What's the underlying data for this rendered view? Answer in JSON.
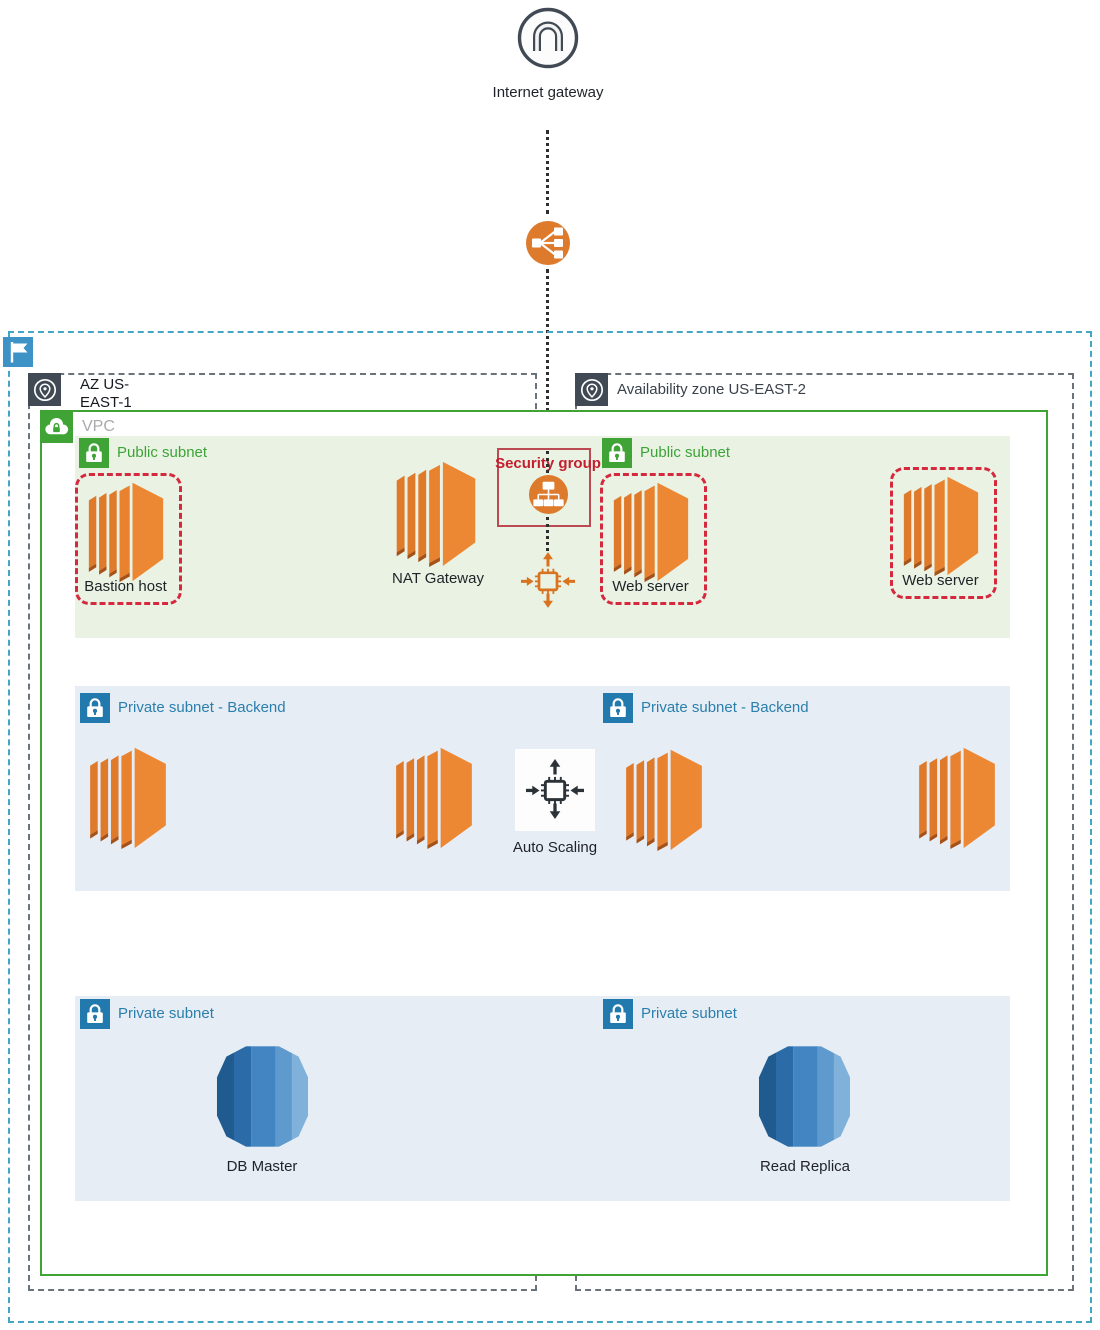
{
  "labels": {
    "internet_gateway": "Internet gateway",
    "az1": "AZ US-EAST-1",
    "az2": "Availability zone US-EAST-2",
    "vpc": "VPC",
    "public_subnet_1": "Public subnet",
    "public_subnet_2": "Public subnet",
    "private_backend_1": "Private subnet - Backend",
    "private_backend_2": "Private subnet - Backend",
    "private_subnet_1": "Private subnet",
    "private_subnet_2": "Private subnet",
    "bastion_host": "Bastion host",
    "nat_gateway": "NAT Gateway",
    "security_group": "Security group",
    "web_server_1": "Web server",
    "web_server_2": "Web server",
    "auto_scaling": "Auto Scaling",
    "db_master": "DB Master",
    "read_replica": "Read Replica"
  },
  "colors": {
    "ec2_orange": "#E8822F",
    "rds_blue": "#4285C2",
    "public_band_bg": "#E9F2E3",
    "private_band_bg": "#E7EDF5",
    "public_label_green": "#3CA437",
    "private_label_blue": "#2B7FAC",
    "vpc_border_green": "#3FA435",
    "az_border_gray": "#6A737B",
    "region_border_blue": "#45A5C5",
    "region_flag_blue": "#3D93C6",
    "az_icon_gray": "#414A54",
    "security_group_red": "#C41E2F",
    "instance_box_red": "#D5293D",
    "orange_circle": "#DE7A2C",
    "chip_orange": "#D9731F",
    "chip_dark": "#2B3238"
  },
  "icons": {
    "internet_gateway": "arch-in-circle-icon",
    "load_balancer": "orange-circle-fanout-icon",
    "security_group": "orange-circle-tree-icon",
    "region": "flag-icon",
    "availability_zone": "location-pin-icon",
    "vpc": "cloud-lock-icon",
    "public_subnet": "green-lock-icon",
    "private_subnet": "blue-lock-icon",
    "ec2": "orange-server-icon",
    "rds": "blue-database-barrel-icon",
    "auto_scaling": "chip-with-arrows-icon"
  }
}
